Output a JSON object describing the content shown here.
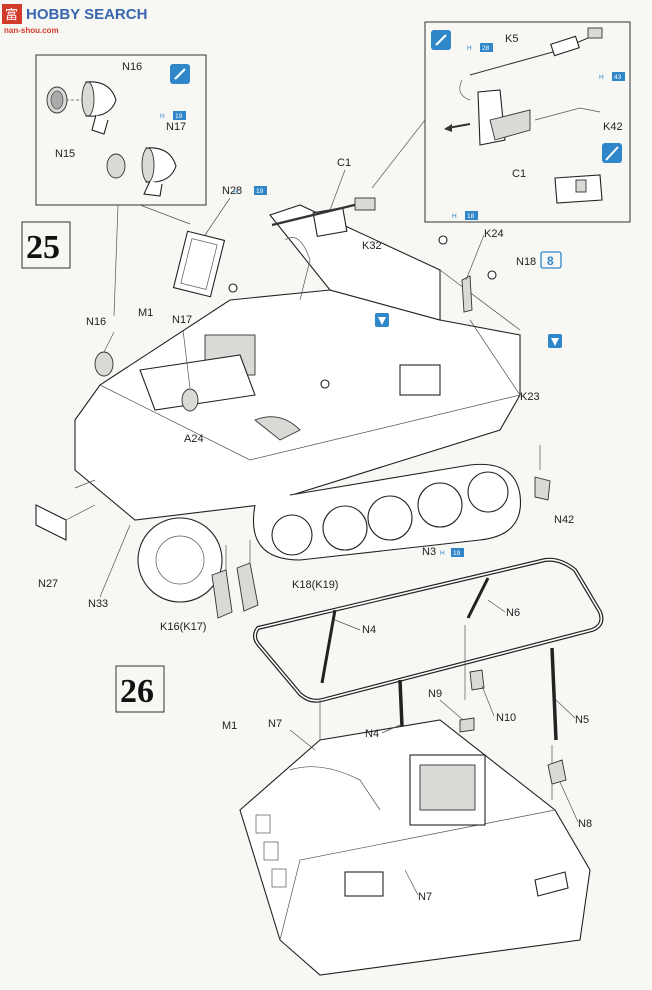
{
  "watermark": {
    "main": "HOBBY SEARCH",
    "sub": "nan-shou.com",
    "badge": "富"
  },
  "steps": {
    "step25": "25",
    "step26": "26"
  },
  "colors": {
    "accent_blue": "#2f86c9",
    "line": "#222222",
    "paper": "#f7f7f4"
  },
  "labels_25": {
    "n16_top": "N16",
    "n15": "N15",
    "n17_top": "N17",
    "k5": "K5",
    "k42": "K42",
    "c1_inset": "C1",
    "c1": "C1",
    "n28": "N28",
    "k32": "K32",
    "k24": "K24",
    "n18": "N18",
    "x8": "8",
    "m1": "M1",
    "n16": "N16",
    "n17": "N17",
    "k23": "K23",
    "a24": "A24",
    "n42": "N42",
    "n27": "N27",
    "n33": "N33",
    "k16": "K16(K17)",
    "k18": "K18(K19)"
  },
  "labels_26": {
    "n3": "N3",
    "n4_top": "N4",
    "n6": "N6",
    "m1": "M1",
    "n7_top": "N7",
    "n9": "N9",
    "n10": "N10",
    "n4": "N4",
    "n5": "N5",
    "n8": "N8",
    "n7": "N7"
  },
  "hint_boxes": {
    "h_n17": {
      "letter": "H",
      "num": "19"
    },
    "h_k5a": {
      "letter": "H",
      "num": "28"
    },
    "h_k5b": {
      "letter": "H",
      "num": "43"
    },
    "h_n28": {
      "letter": "H",
      "num": "19"
    },
    "h_k24": {
      "letter": "H",
      "num": "18"
    },
    "h_n3": {
      "letter": "H",
      "num": "19"
    }
  }
}
